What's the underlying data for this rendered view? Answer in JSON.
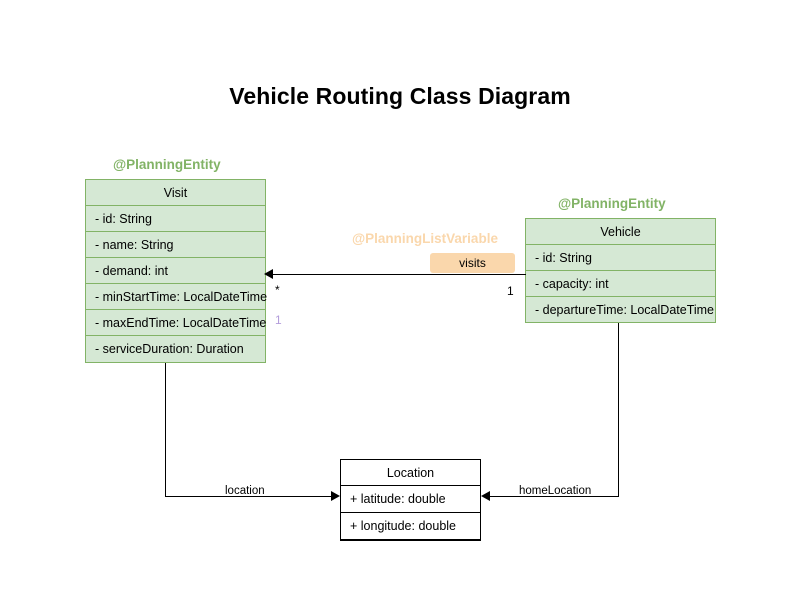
{
  "title": "Vehicle Routing Class Diagram",
  "colors": {
    "entity_fill": "#d5e8d4",
    "entity_border": "#82b366",
    "annotation_green": "#82b366",
    "annotation_orange": "#fad7ac",
    "assoc_label_fill": "#fad7ac",
    "multiplicity_lavender": "#b39ddb",
    "plain_border": "#000000",
    "background": "#ffffff"
  },
  "classes": {
    "visit": {
      "annotation": "@PlanningEntity",
      "name": "Visit",
      "attributes": [
        "- id: String",
        "- name: String",
        "- demand: int",
        "- minStartTime: LocalDateTime",
        "- maxEndTime: LocalDateTime",
        "- serviceDuration: Duration"
      ]
    },
    "vehicle": {
      "annotation": "@PlanningEntity",
      "name": "Vehicle",
      "attributes": [
        "- id: String",
        "- capacity: int",
        "- departureTime: LocalDateTime"
      ]
    },
    "location": {
      "name": "Location",
      "attributes": [
        "+ latitude: double",
        "+ longitude: double"
      ]
    }
  },
  "associations": {
    "visits": {
      "annotation": "@PlanningListVariable",
      "label": "visits",
      "source_multiplicity": "1",
      "target_multiplicity": "*",
      "extra_multiplicity": "1"
    },
    "location": {
      "label": "location"
    },
    "home_location": {
      "label": "homeLocation"
    }
  }
}
